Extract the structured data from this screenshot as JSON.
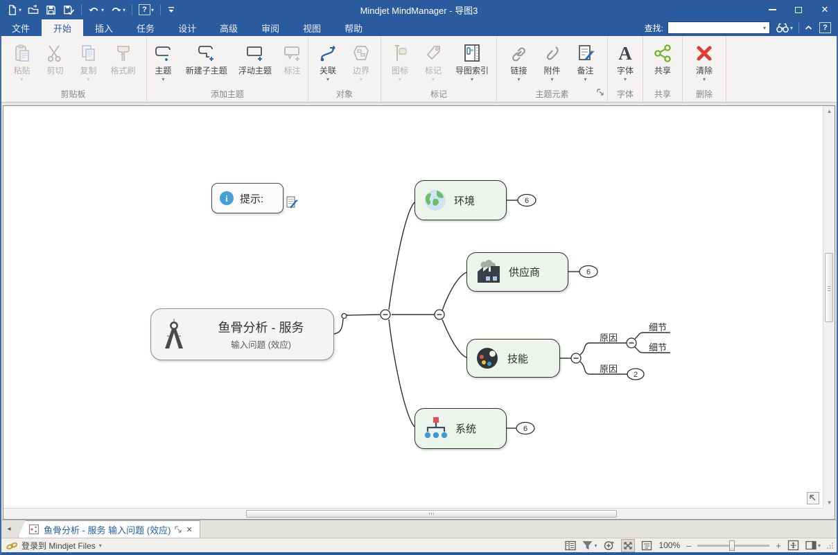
{
  "titlebar": {
    "title": "Mindjet MindManager - 导图3"
  },
  "menu": {
    "tabs": [
      {
        "label": "文件"
      },
      {
        "label": "开始"
      },
      {
        "label": "插入"
      },
      {
        "label": "任务"
      },
      {
        "label": "设计"
      },
      {
        "label": "高级"
      },
      {
        "label": "审阅"
      },
      {
        "label": "视图"
      },
      {
        "label": "帮助"
      }
    ],
    "active_tab": "开始",
    "find_label": "查找:"
  },
  "ribbon": {
    "groups": [
      {
        "label": "剪贴板",
        "buttons": [
          {
            "label": "粘贴",
            "disabled": true,
            "dropdown": true
          },
          {
            "label": "剪切",
            "disabled": true
          },
          {
            "label": "复制",
            "disabled": true,
            "dropdown": true
          },
          {
            "label": "格式刷",
            "disabled": true
          }
        ]
      },
      {
        "label": "添加主题",
        "buttons": [
          {
            "label": "主题",
            "dropdown": true
          },
          {
            "label": "新建子主题"
          },
          {
            "label": "浮动主题"
          },
          {
            "label": "标注",
            "disabled": true
          }
        ]
      },
      {
        "label": "对象",
        "buttons": [
          {
            "label": "关联",
            "dropdown": true
          },
          {
            "label": "边界",
            "disabled": true,
            "dropdown": true
          }
        ]
      },
      {
        "label": "标记",
        "buttons": [
          {
            "label": "图标",
            "disabled": true,
            "dropdown": true
          },
          {
            "label": "标记",
            "disabled": true,
            "dropdown": true
          },
          {
            "label": "导图索引",
            "dropdown": true
          }
        ]
      },
      {
        "label": "主题元素",
        "buttons": [
          {
            "label": "链接",
            "dropdown": true
          },
          {
            "label": "附件",
            "dropdown": true
          },
          {
            "label": "备注",
            "dropdown": true
          }
        ]
      },
      {
        "label": "字体",
        "buttons": [
          {
            "label": "字体",
            "dropdown": true
          }
        ]
      },
      {
        "label": "共享",
        "buttons": [
          {
            "label": "共享"
          }
        ]
      },
      {
        "label": "删除",
        "buttons": [
          {
            "label": "清除",
            "dropdown": true
          }
        ]
      }
    ]
  },
  "map": {
    "floating_topic": {
      "label": "提示:"
    },
    "central_topic": {
      "title": "鱼骨分析 - 服务",
      "subtitle": "输入问题 (效应)"
    },
    "topics": [
      {
        "label": "环境",
        "badge": "6"
      },
      {
        "label": "供应商",
        "badge": "6"
      },
      {
        "label": "技能"
      },
      {
        "label": "系统",
        "badge": "6"
      }
    ],
    "branches": {
      "cause1": "原因",
      "cause2": "原因",
      "cause2_badge": "2",
      "detail1": "细节",
      "detail2": "细节"
    }
  },
  "doc_tab": {
    "label": "鱼骨分析 - 服务 输入问题 (效应)"
  },
  "statusbar": {
    "signin": "登录到 Mindjet Files",
    "zoom": "100%"
  },
  "icons": {
    "dropdown": "▾",
    "close": "✕",
    "help": "?",
    "question": "?",
    "minus": "–",
    "plus": "+",
    "left_arrow": "◂",
    "up_arrow": "▲",
    "down_arrow": "▼",
    "font_letter": "A",
    "info_letter": "i",
    "chevron_up": "⌃"
  },
  "colors": {
    "titlebar_blue": "#2b5b9f",
    "topic_fill": "#ecf4ec",
    "accent_blue": "#2b6cb8",
    "share_green": "#76b82a",
    "clear_red": "#e23b2e",
    "info_blue": "#44a0d9"
  }
}
